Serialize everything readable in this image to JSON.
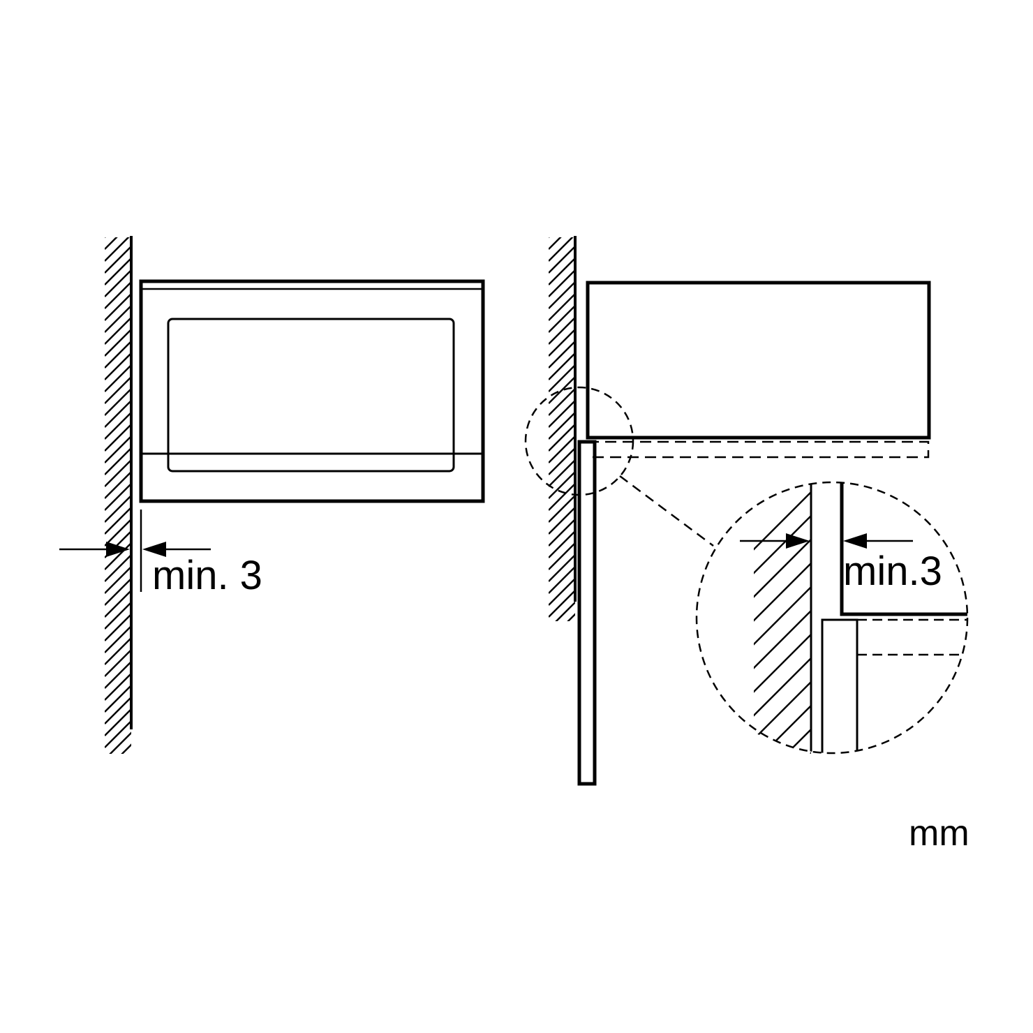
{
  "diagram": {
    "left_view": {
      "clearance_label": "min. 3"
    },
    "right_view": {
      "detail_clearance_label": "min.3"
    },
    "unit_label": "mm",
    "colors": {
      "line": "#000000",
      "background": "#ffffff"
    }
  }
}
